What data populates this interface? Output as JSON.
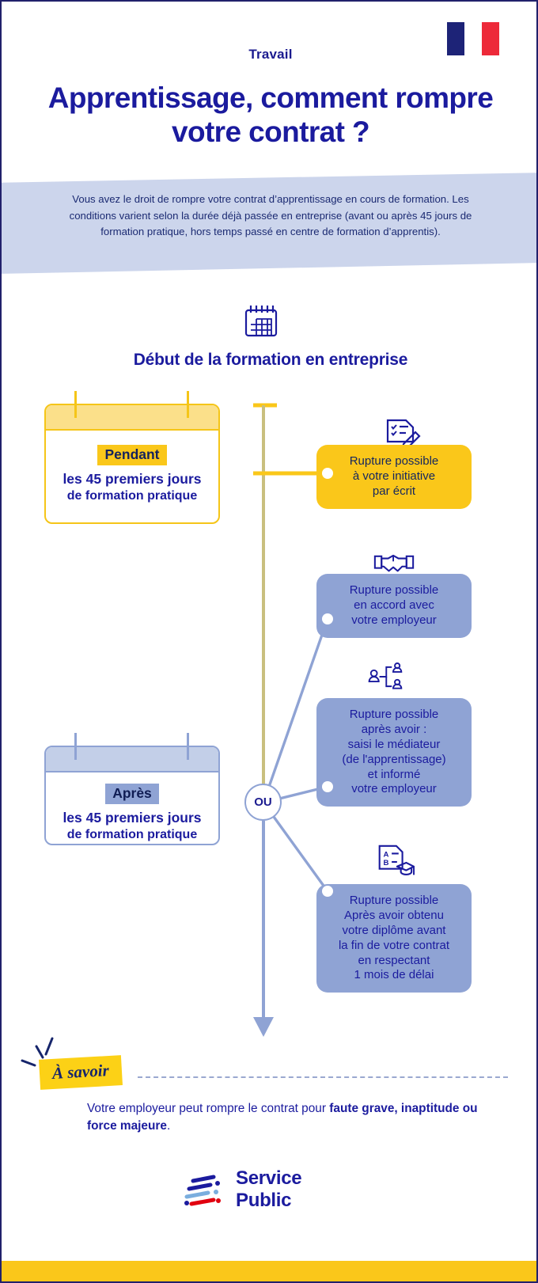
{
  "colors": {
    "navy": "#1b1b9e",
    "deep_navy": "#14265f",
    "yellow": "#fac71a",
    "yellow_light": "#fbe08a",
    "periwinkle": "#8fa3d4",
    "band_blue": "#ccd5ec",
    "flag_blue": "#1d2377",
    "flag_red": "#ed2939"
  },
  "header": {
    "flag_logo_name": "republique-francaise-marianne-logo",
    "kicker": "Travail",
    "headline": "Apprentissage, comment rompre votre contrat ?"
  },
  "intro": {
    "text": "Vous avez le droit de rompre votre contrat d’apprentissage en cours de formation. Les conditions varient selon la durée déjà passée en entreprise (avant ou après 45 jours de formation pratique, hors temps passé en centre de formation d’apprentis)."
  },
  "flow": {
    "start_icon": "calendar-icon",
    "start_title": "Début de la formation en entreprise",
    "junction_label": "OU",
    "periods": [
      {
        "id": "pendant",
        "chip": "Pendant",
        "line1": "les 45 premiers jours",
        "line2": "de formation pratique",
        "style": "yellow"
      },
      {
        "id": "apres",
        "chip": "Après",
        "line1": "les 45 premiers jours",
        "line2": "de formation pratique",
        "style": "blue"
      }
    ],
    "outcomes": [
      {
        "id": "initiative",
        "icon": "checklist-pen-icon",
        "style": "yellow",
        "lines": [
          "Rupture possible",
          "à votre initiative",
          "par écrit"
        ]
      },
      {
        "id": "accord",
        "icon": "handshake-icon",
        "style": "blue",
        "lines": [
          "Rupture possible",
          "en accord avec",
          "votre employeur"
        ]
      },
      {
        "id": "mediateur",
        "icon": "mediator-people-icon",
        "style": "blue",
        "lines": [
          "Rupture possible",
          "après avoir :",
          "saisi le médiateur",
          "(de l'apprentissage)",
          "et informé",
          "votre employeur"
        ]
      },
      {
        "id": "diplome",
        "icon": "diploma-graduation-icon",
        "style": "blue",
        "lines": [
          "Rupture possible",
          "Après avoir obtenu",
          "votre diplôme avant",
          "la fin de votre contrat",
          "en respectant",
          "1 mois de délai"
        ]
      }
    ]
  },
  "note": {
    "tag": "À savoir",
    "text_before": "Votre employeur peut rompre le contrat pour ",
    "text_bold": "faute grave, inaptitude ou force majeure",
    "text_after": "."
  },
  "footer": {
    "logo_mark": "service-public-stripes-logo",
    "brand": "Service Public"
  }
}
